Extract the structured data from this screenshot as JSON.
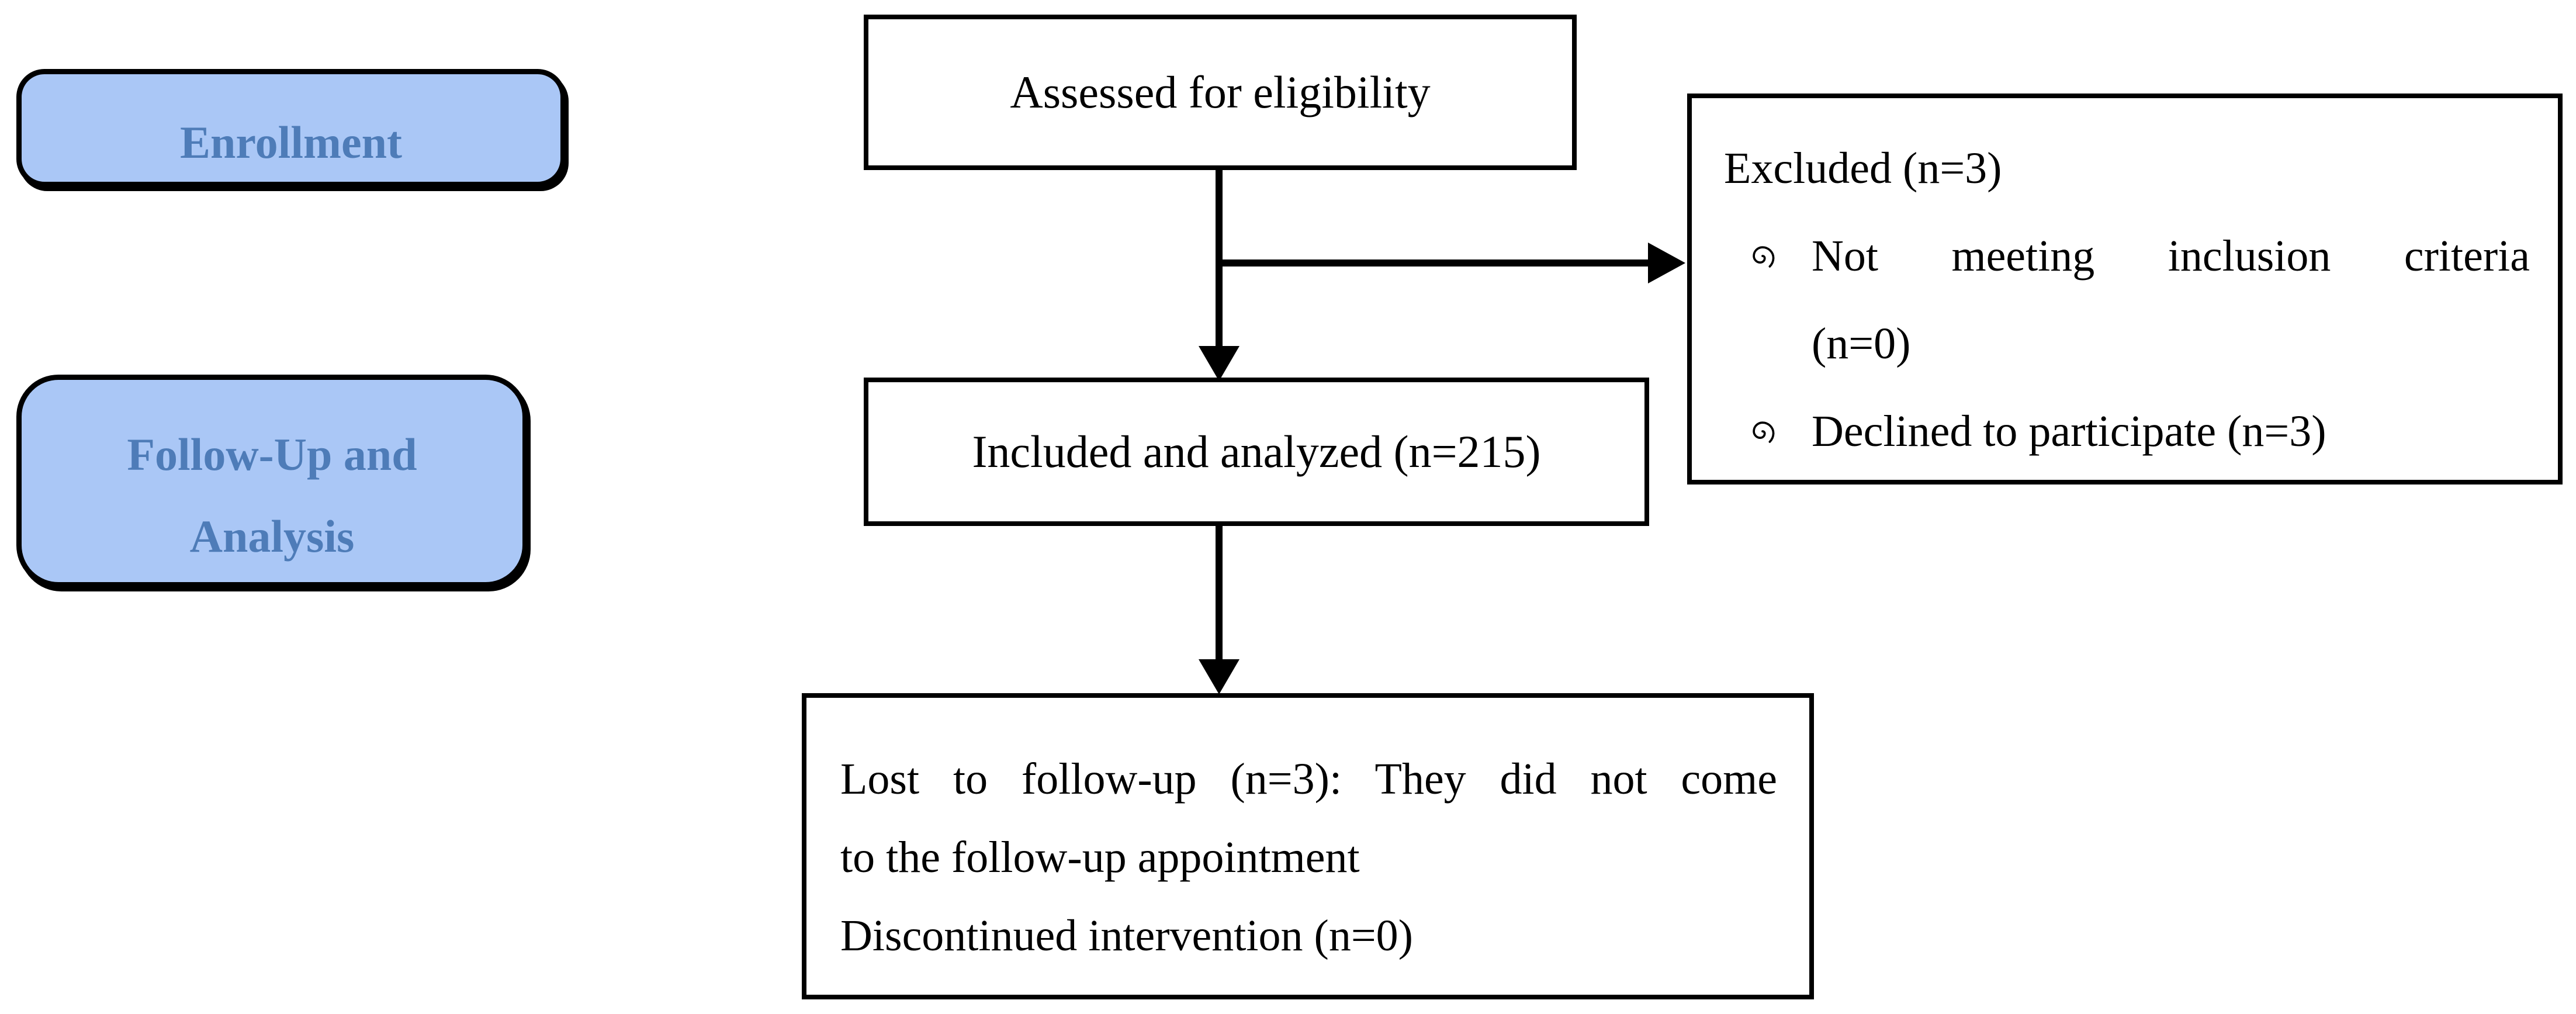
{
  "page": {
    "background": "#FFFFFF",
    "kind": "consort-flow-diagram"
  },
  "palette": {
    "stage_fill": "#AAC7F6",
    "stage_border": "#000000",
    "stage_text": "#4E7CB8",
    "box_border": "#000000",
    "box_fill": "#FFFFFF",
    "box_text": "#000000",
    "arrow": "#000000"
  },
  "icons": {
    "bullet": "spiral-bullet-icon"
  },
  "stages": {
    "enrollment": {
      "label": "Enrollment"
    },
    "followup": {
      "line1": "Follow-Up and",
      "line2": "Analysis"
    }
  },
  "flow": {
    "assessed": {
      "label": "Assessed for eligibility"
    },
    "excluded": {
      "title": "Excluded (n=3)",
      "items": [
        {
          "text": "Not meeting inclusion criteria",
          "overflow": "(n=0)"
        },
        {
          "text": "Declined to participate (n=3)"
        }
      ]
    },
    "included": {
      "label": "Included and analyzed (n=215)"
    },
    "lost": {
      "line1": "Lost to follow-up (n=3): They did not come",
      "line2": "to the follow-up appointment",
      "line3": "Discontinued intervention (n=0)"
    }
  }
}
